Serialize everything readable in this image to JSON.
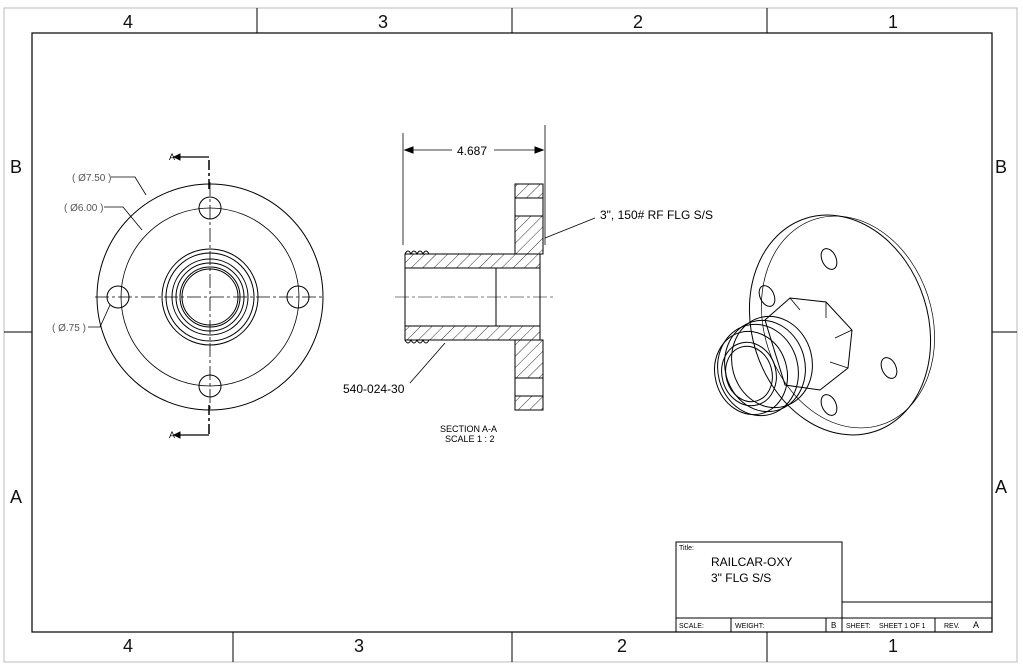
{
  "frame": {
    "top_zones": [
      "4",
      "3",
      "2",
      "1"
    ],
    "bottom_zones": [
      "4",
      "3",
      "2",
      "1"
    ],
    "left_rows": [
      "B",
      "A"
    ],
    "right_rows": [
      "B",
      "A"
    ]
  },
  "front_view": {
    "dia_outer": "( Ø7.50 )",
    "dia_bolt_circle": "( Ø6.00 )",
    "dia_hole": "( Ø.75 )",
    "section_marker_top": "A",
    "section_marker_bottom": "A"
  },
  "section_view": {
    "dimension": "4.687",
    "flange_callout": "3\", 150# RF FLG S/S",
    "part_callout": "540-024-30",
    "section_label": "SECTION A-A",
    "scale_label": "SCALE 1 : 2"
  },
  "title_block": {
    "title_label": "Title:",
    "title_line1": "RAILCAR-OXY",
    "title_line2": "3\" FLG S/S",
    "scale_label": "SCALE:",
    "weight_label": "WEIGHT:",
    "size_value": "B",
    "sheet_label": "SHEET:",
    "sheet_value": "SHEET 1 OF 1",
    "rev_label": "REV.",
    "rev_value": "A"
  }
}
